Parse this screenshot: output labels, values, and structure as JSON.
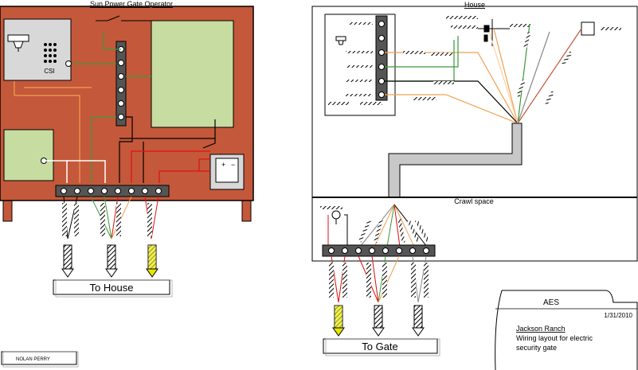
{
  "gate_operator": {
    "title": "Sun Power Gate Operator",
    "keypad_brand": "CSI",
    "battery_plus": "+",
    "battery_minus": "−",
    "to_house_label": "To House"
  },
  "house": {
    "title": "House",
    "crawl_space_label": "Crawl space",
    "to_gate_label": "To Gate"
  },
  "title_block": {
    "company": "AES",
    "date": "1/31/2010",
    "project": "Jackson Ranch",
    "description_line1": "Wiring layout for electric",
    "description_line2": "security gate"
  },
  "footer": {
    "author": "NOLAN PERRY"
  },
  "colors": {
    "enclosure": "#c4583a",
    "board_green": "#c6dca0",
    "wire_green": "#3a9a3a",
    "wire_orange": "#f0a050",
    "wire_red": "#e01010",
    "terminal_strip": "#555555",
    "conduit": "#c8c8c8",
    "arrow_yellow": "#e6e600"
  }
}
